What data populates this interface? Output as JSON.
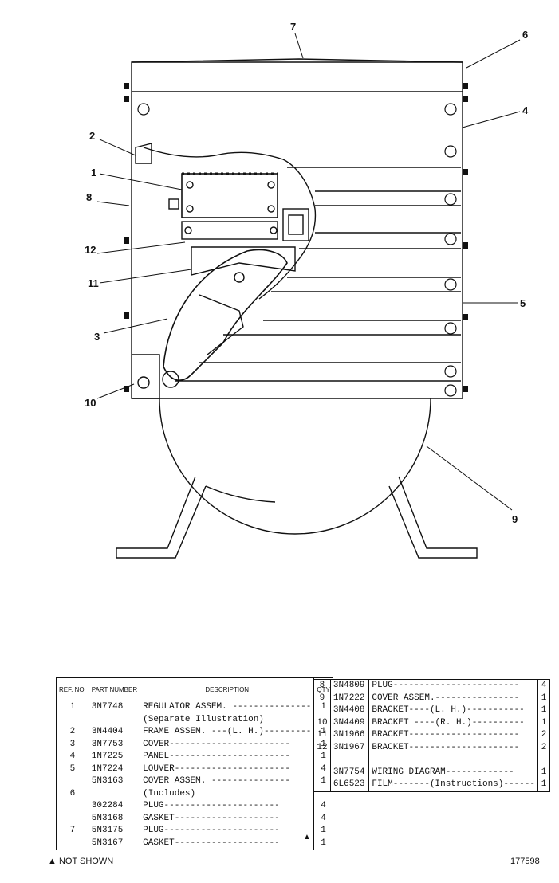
{
  "callouts": [
    "1",
    "2",
    "3",
    "4",
    "5",
    "6",
    "7",
    "8",
    "9",
    "10",
    "11",
    "12"
  ],
  "table_left": {
    "headers": {
      "ref": "REF. NO.",
      "part": "PART NUMBER",
      "desc": "DESCRIPTION",
      "qty": "QTY"
    },
    "rows": [
      {
        "ref": "1",
        "part": "3N7748",
        "desc": "REGULATOR ASSEM. ---------------",
        "qty": "1"
      },
      {
        "ref": "",
        "part": "",
        "desc": "(Separate Illustration)",
        "qty": ""
      },
      {
        "ref": "2",
        "part": "3N4404",
        "desc": "FRAME ASSEM. ---(L. H.)---------",
        "qty": "1"
      },
      {
        "ref": "3",
        "part": "3N7753",
        "desc": "COVER-----------------------",
        "qty": "1"
      },
      {
        "ref": "4",
        "part": "1N7225",
        "desc": "PANEL-----------------------",
        "qty": "1"
      },
      {
        "ref": "5",
        "part": "1N7224",
        "desc": "LOUVER----------------------",
        "qty": "4"
      },
      {
        "ref": "",
        "part": "5N3163",
        "desc": "COVER ASSEM. ---------------",
        "qty": "1"
      },
      {
        "ref": "6",
        "part": "",
        "desc": "(Includes)",
        "qty": ""
      },
      {
        "ref": "",
        "part": "302284",
        "desc": "PLUG----------------------",
        "qty": "4"
      },
      {
        "ref": "",
        "part": "5N3168",
        "desc": "GASKET--------------------",
        "qty": "4"
      },
      {
        "ref": "7",
        "part": "5N3175",
        "desc": "PLUG----------------------",
        "qty": "1"
      },
      {
        "ref": "",
        "part": "5N3167",
        "desc": "GASKET--------------------",
        "qty": "1"
      }
    ]
  },
  "table_right": {
    "rows": [
      {
        "ref": "8",
        "part": "3N4809",
        "desc": "PLUG------------------------",
        "qty": "4"
      },
      {
        "ref": "9",
        "part": "1N7222",
        "desc": "COVER ASSEM.----------------",
        "qty": "1"
      },
      {
        "ref": "",
        "part": "3N4408",
        "desc": "BRACKET----(L. H.)-----------",
        "qty": "1"
      },
      {
        "ref": "10",
        "part": "3N4409",
        "desc": "BRACKET ----(R. H.)----------",
        "qty": "1"
      },
      {
        "ref": "11",
        "part": "3N1966",
        "desc": "BRACKET---------------------",
        "qty": "2"
      },
      {
        "ref": "12",
        "part": "3N1967",
        "desc": "BRACKET---------------------",
        "qty": "2"
      }
    ],
    "footer_rows": [
      {
        "ref": "",
        "part": "3N7754",
        "desc": "WIRING DIAGRAM-------------",
        "qty": "1"
      },
      {
        "ref": "",
        "part": "6L6523",
        "desc": "FILM-------(Instructions)------",
        "qty": "1"
      }
    ]
  },
  "legend": "▲ NOT SHOWN",
  "notshown_mark": "▲",
  "figure_number": "177598"
}
